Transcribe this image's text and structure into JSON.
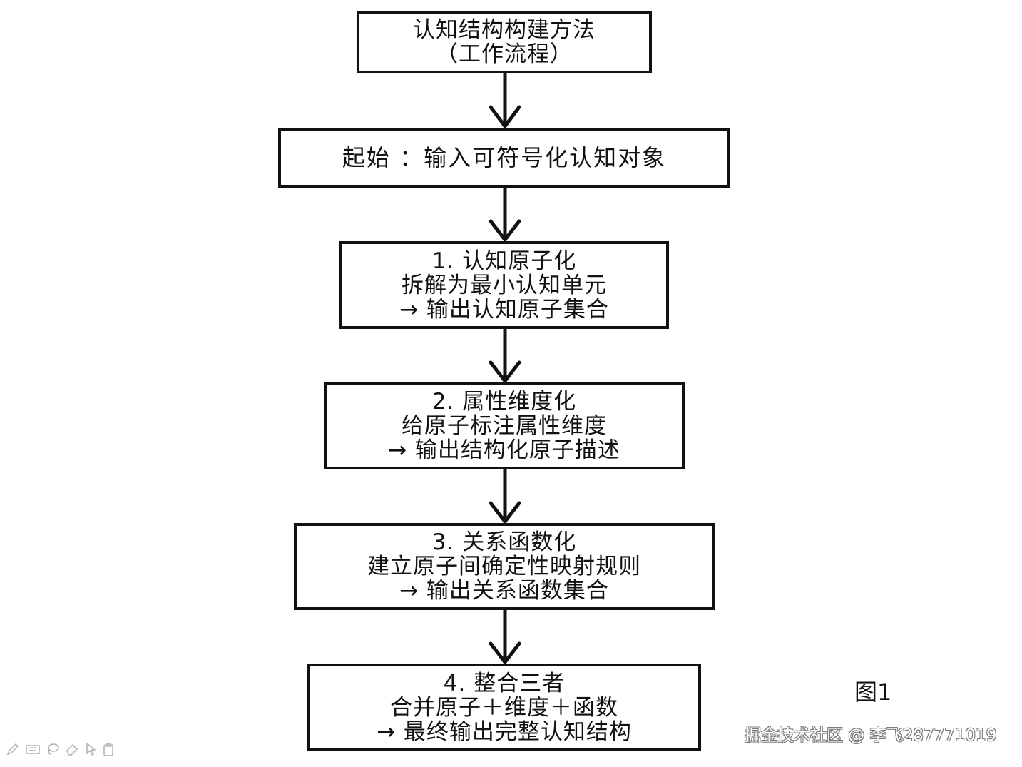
{
  "title_box": {
    "lines": [
      "认知结构构建方法",
      "（工作流程）"
    ]
  },
  "start_box": {
    "lines": [
      "起始 ：输入可符号化认知对象"
    ]
  },
  "steps": [
    {
      "lines": [
        "1. 认知原子化",
        "拆解为最小认知单元",
        "→ 输出认知原子集合"
      ]
    },
    {
      "lines": [
        "2. 属性维度化",
        "给原子标注属性维度",
        "→ 输出结构化原子描述"
      ]
    },
    {
      "lines": [
        "3. 关系函数化",
        "建立原子间确定性映射规则",
        "→ 输出关系函数集合"
      ]
    },
    {
      "lines": [
        "4. 整合三者",
        "合并原子＋维度＋函数",
        "→ 最终输出完整认知结构"
      ]
    }
  ],
  "figure_label": "图1",
  "watermark": "掘金技术社区 @ 李飞287771019",
  "toolbar_icons": [
    "pen-icon",
    "keyboard-icon",
    "lasso-icon",
    "eraser-icon",
    "pointer-icon",
    "clipboard-icon"
  ]
}
